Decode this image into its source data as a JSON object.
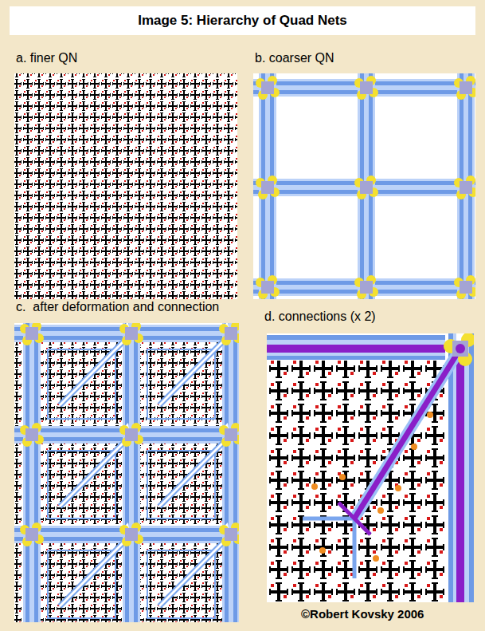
{
  "diagram": {
    "title": "Image 5: Hierarchy of Quad Nets",
    "nodes": [
      {
        "text": [
          "a. finer QN"
        ]
      },
      {
        "text": [
          "b. coarser QN"
        ]
      },
      {
        "text": [
          "c.  after deformation and connection"
        ]
      },
      {
        "text": [
          "d. connections (x 2)"
        ]
      }
    ],
    "labels": [
      "©Robert Kovsky 2006"
    ]
  }
}
